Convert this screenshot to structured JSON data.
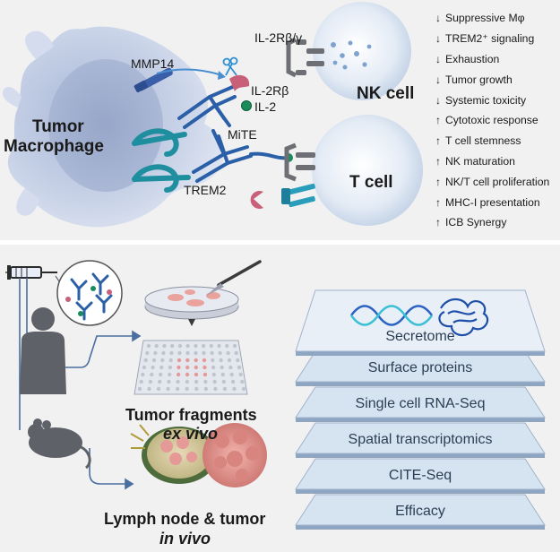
{
  "top_panel": {
    "macrophage_label_line1": "Tumor",
    "macrophage_label_line2": "Macrophage",
    "mmp14_label": "MMP14",
    "il2rbg_label": "IL-2Rβ/γ",
    "il2rb_label": "IL-2Rβ",
    "il2_label": "IL-2",
    "mite_label": "MiTE",
    "trem2_label": "TREM2",
    "nk_cell_label": "NK cell",
    "t_cell_label": "T cell",
    "effects": [
      {
        "dir": "down",
        "text": "Suppressive Mφ"
      },
      {
        "dir": "down",
        "text": "TREM2⁺ signaling"
      },
      {
        "dir": "down",
        "text": "Exhaustion"
      },
      {
        "dir": "down",
        "text": "Tumor growth"
      },
      {
        "dir": "down",
        "text": "Systemic toxicity"
      },
      {
        "dir": "up",
        "text": "Cytotoxic response"
      },
      {
        "dir": "up",
        "text": "T cell stemness"
      },
      {
        "dir": "up",
        "text": "NK maturation"
      },
      {
        "dir": "up",
        "text": "NK/T cell proliferation"
      },
      {
        "dir": "up",
        "text": "MHC-I presentation"
      },
      {
        "dir": "up",
        "text": "ICB Synergy"
      }
    ]
  },
  "bottom_panel": {
    "fragments_title": "Tumor fragments",
    "fragments_sub": "ex vivo",
    "invivo_title": "Lymph node & tumor",
    "invivo_sub": "in vivo",
    "layers": [
      "Secretome",
      "Surface proteins",
      "Single cell RNA-Seq",
      "Spatial transcriptomics",
      "CITE-Seq",
      "Efficacy"
    ]
  },
  "colors": {
    "panel_bg": "#f1f1f2",
    "macrophage": "#c4cfe6",
    "lymphocyte": "#d9e4f1",
    "antibody_blue": "#2b5fa8",
    "trem2_teal": "#1f8fa0",
    "il2_green": "#1a8c5a",
    "il2rb_pink": "#c9607a",
    "layer_fill": "#dbe8f3",
    "layer_text": "#2c3e55"
  },
  "icons": [
    "arrow-down-icon",
    "arrow-up-icon",
    "scissors-icon",
    "syringe-icon",
    "scalpel-icon",
    "human-silhouette-icon",
    "mouse-silhouette-icon",
    "dna-helix-icon",
    "protein-icon",
    "antibody-icon",
    "petri-dish-icon",
    "well-plate-icon",
    "lymph-node-icon",
    "tumor-icon"
  ]
}
